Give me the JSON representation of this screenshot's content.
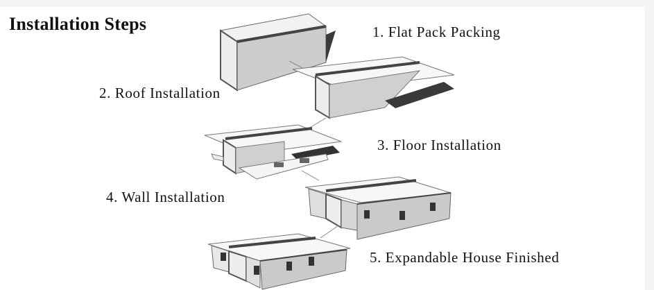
{
  "title": "Installation Steps",
  "steps": [
    {
      "number": "1.",
      "label": "Flat Pack Packing"
    },
    {
      "number": "2.",
      "label": "Roof Installation"
    },
    {
      "number": "3.",
      "label": "Floor Installation"
    },
    {
      "number": "4.",
      "label": "Wall Installation"
    },
    {
      "number": "5.",
      "label": "Expandable House Finished"
    }
  ],
  "text": {
    "step1": "1. Flat Pack Packing",
    "step2": "2. Roof Installation",
    "step3": "3. Floor Installation",
    "step4": "4. Wall Installation",
    "step5": "5. Expandable House Finished"
  },
  "colors": {
    "background": "#ffffff",
    "edge": "#555555",
    "face_light": "#eeeeee",
    "face_mid": "#cfcfcf",
    "shadow": "#3a3a3a"
  }
}
